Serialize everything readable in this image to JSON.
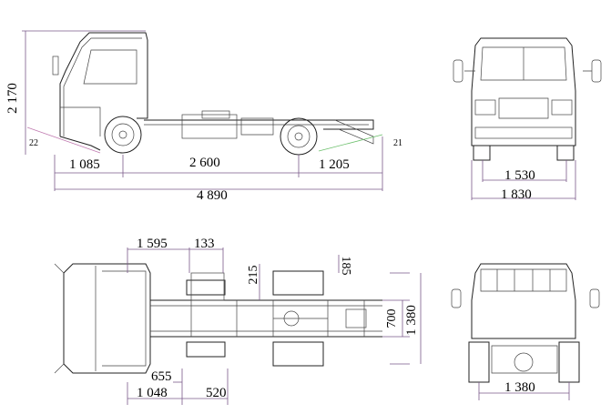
{
  "side_view": {
    "height": "2 170",
    "approach_angle": "22",
    "departure_angle": "21",
    "front_overhang": "1 085",
    "wheelbase": "2 600",
    "rear_overhang": "1 205",
    "overall_length": "4 890"
  },
  "front_view": {
    "front_track": "1 530",
    "overall_width": "1 830"
  },
  "top_view": {
    "cab_length": "1 595",
    "gap": "133",
    "frame_offset": "215",
    "frame_offset_2": "185",
    "frame_width": "700",
    "frame_outer": "1 380",
    "dim_655": "655",
    "dim_1048": "1 048",
    "dim_520": "520"
  },
  "rear_view": {
    "rear_track": "1 380"
  }
}
